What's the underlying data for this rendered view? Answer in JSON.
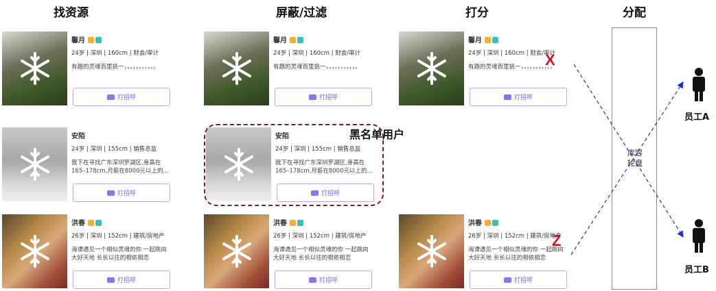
{
  "headers": {
    "find": "找资源",
    "filter": "屏蔽/过滤",
    "score": "打分",
    "assign": "分配"
  },
  "action_label": "打招呼",
  "profiles": [
    {
      "name": "馨月",
      "meta": "24岁 | 深圳 | 160cm | 财会/审计",
      "desc": "有趣的灵魂百里挑一，，，，，，，，，，，"
    },
    {
      "name": "安陌",
      "meta": "24岁 | 深圳 | 155cm | 销售总监",
      "desc": "我下在寻找广东深圳罗湖区,身高在165–178cm,月薪在8000元以上的..."
    },
    {
      "name": "洪春",
      "meta": "26岁 | 深圳 | 152cm | 建筑/房地产",
      "desc": "海谭遇见一个相似灵魂的你 一起跳向大好天地 长长以往的相依相恋"
    }
  ],
  "blacklist_label": "黑名单用户",
  "score_marks": [
    "X",
    "Z"
  ],
  "pool_label": [
    "库容",
    "轮盘"
  ],
  "employees": [
    "员工A",
    "员工B"
  ],
  "colors": {
    "arrow": "#1f2ad8",
    "mark": "#d0102a",
    "dash_box": "#7a1a2a",
    "button": "#7a5ce6"
  }
}
